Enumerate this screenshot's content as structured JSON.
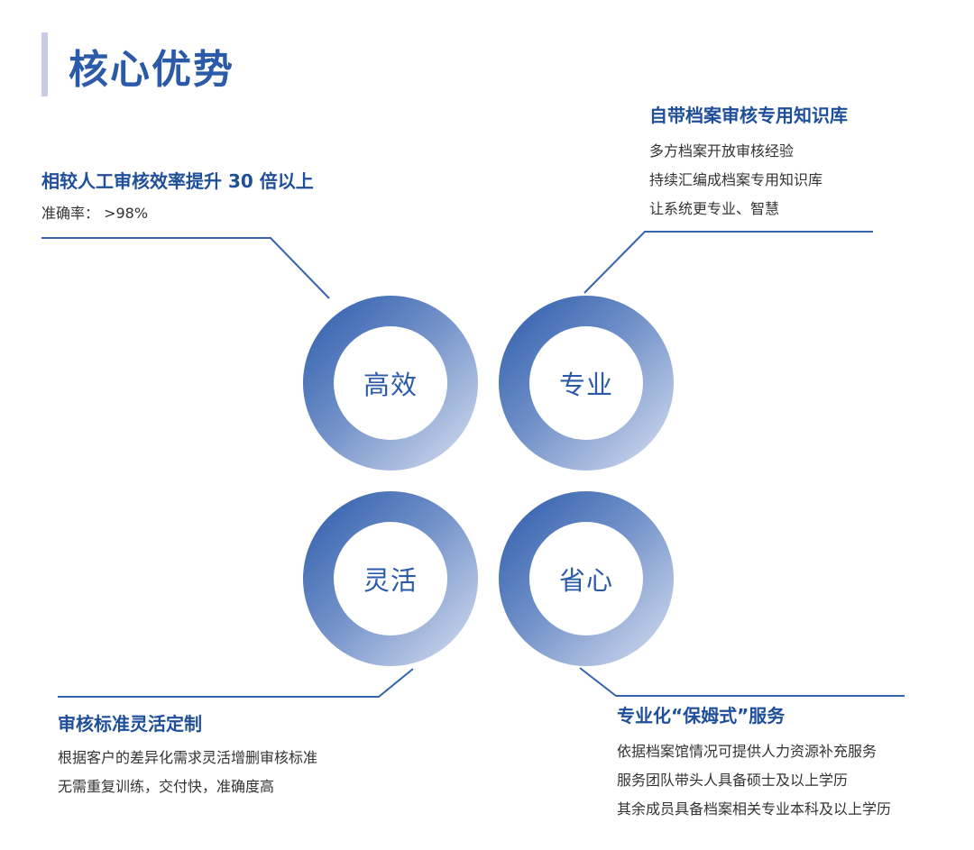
{
  "page": {
    "title": "核心优势"
  },
  "blocks": {
    "efficiency": {
      "title": "相较人工审核效率提升 30 倍以上",
      "lines": [
        "准确率： >98%"
      ]
    },
    "professional": {
      "title": "自带档案审核专用知识库",
      "lines": [
        "多方档案开放审核经验",
        "持续汇编成档案专用知识库",
        "让系统更专业、智慧"
      ]
    },
    "flexible": {
      "title": "审核标准灵活定制",
      "lines": [
        "根据客户的差异化需求灵活增删审核标准",
        "无需重复训练，交付快，准确度高"
      ]
    },
    "worry_free": {
      "title": "专业化“保姆式”服务",
      "lines": [
        "依据档案馆情况可提供人力资源补充服务",
        "服务团队带头人具备硕士及以上学历",
        "其余成员具备档案相关专业本科及以上学历"
      ]
    }
  },
  "circles": {
    "efficiency": "高效",
    "professional": "专业",
    "flexible": "灵活",
    "worry_free": "省心"
  },
  "colors": {
    "title": "#2a5aa8",
    "heading": "#1f4f99",
    "body_text": "#333333",
    "connector": "#3465ae",
    "ring_dark": "#2a5aaa",
    "ring_light": "#d7dff0",
    "accent_bar": "#c8cce6"
  }
}
